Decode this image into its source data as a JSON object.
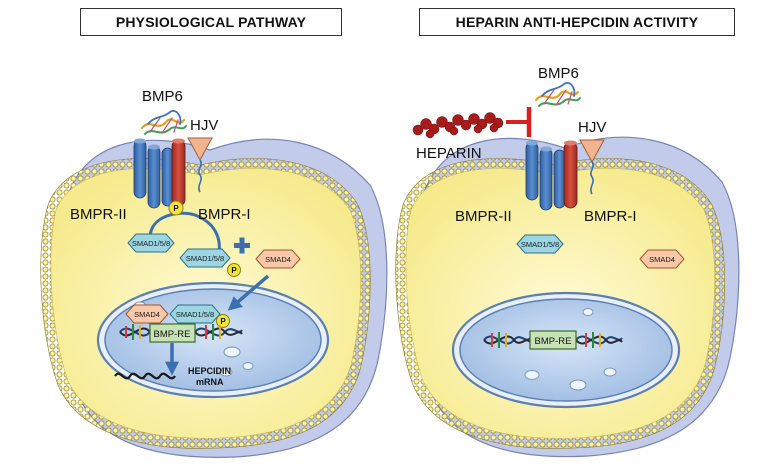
{
  "left_panel": {
    "title": "PHYSIOLOGICAL PATHWAY",
    "ligand": "BMP6",
    "coreceptor": "HJV",
    "receptor_type2": "BMPR-II",
    "receptor_type1": "BMPR-I",
    "phospho": "P",
    "smad158": "SMAD1/5/8",
    "smad158_phospho": "SMAD1/5/8",
    "smad4": "SMAD4",
    "nuclear_smad4": "SMAD4",
    "nuclear_smad158": "SMAD1/5/8",
    "response_element": "BMP-RE",
    "product_line1": "HEPCIDIN",
    "product_line2": "mRNA",
    "plus": "+"
  },
  "right_panel": {
    "title": "HEPARIN ANTI-HEPCIDIN ACTIVITY",
    "ligand": "BMP6",
    "inhibitor": "HEPARIN",
    "coreceptor": "HJV",
    "receptor_type2": "BMPR-II",
    "receptor_type1": "BMPR-I",
    "smad158": "SMAD1/5/8",
    "smad4": "SMAD4",
    "response_element": "BMP-RE"
  },
  "colors": {
    "cytoplasm": "#fdf6a8",
    "outer_membrane": "#b9c2e6",
    "nucleus": "#bcd3ef",
    "receptor_blue": "#3f73b8",
    "receptor_red": "#c0392b",
    "hjv": "#f2b38f",
    "smad158": "#9dd6e3",
    "smad4": "#f8c8a8",
    "phospho": "#f4e33a",
    "inhibit": "#d9201f",
    "heparin": "#a81b1b"
  }
}
